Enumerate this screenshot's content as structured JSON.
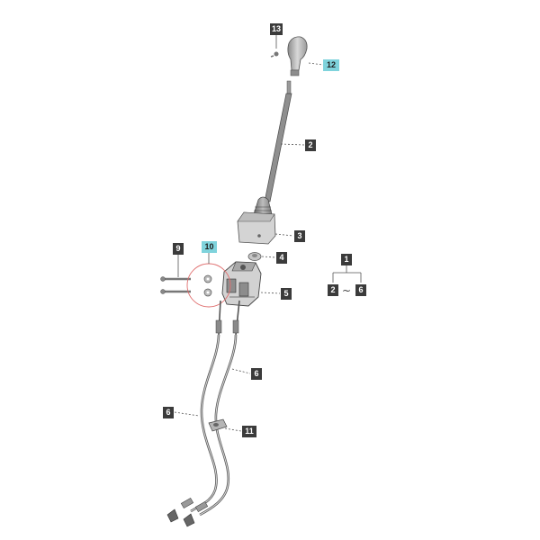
{
  "callouts": {
    "c13": "13",
    "c12": "12",
    "c2": "2",
    "c3": "3",
    "c4": "4",
    "c9": "9",
    "c10": "10",
    "c5": "5",
    "c1": "1",
    "c2b": "2",
    "c6a": "6",
    "c6b": "6",
    "c6c": "6",
    "c11": "11"
  },
  "range_symbol": "~",
  "colors": {
    "callout_bg": "#3b3b3b",
    "callout_highlight_bg": "#7fd3dc",
    "line": "#555555",
    "part_fill": "#cfcfcf",
    "part_dark": "#6a6a6a",
    "detail_ring": "#e07070"
  }
}
